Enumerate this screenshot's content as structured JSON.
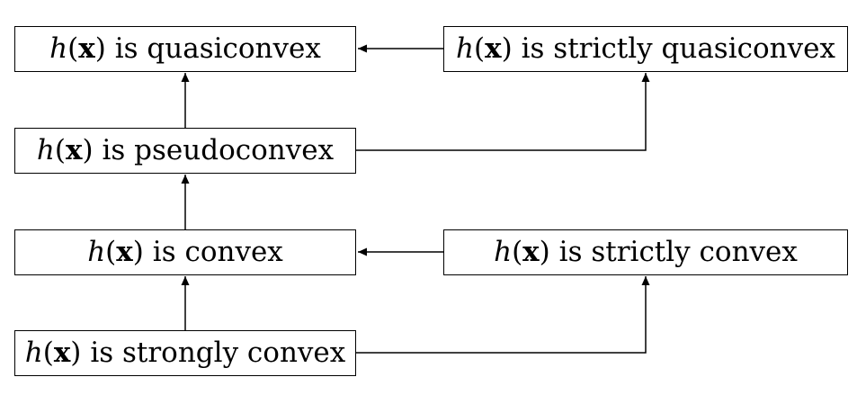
{
  "nodes": {
    "quasiconvex": {
      "fn": "h",
      "open": "(",
      "var": "x",
      "close": ")",
      "text": "is quasiconvex"
    },
    "strictly_quasiconvex": {
      "fn": "h",
      "open": "(",
      "var": "x",
      "close": ")",
      "text": "is strictly quasiconvex"
    },
    "pseudoconvex": {
      "fn": "h",
      "open": "(",
      "var": "x",
      "close": ")",
      "text": "is pseudoconvex"
    },
    "convex": {
      "fn": "h",
      "open": "(",
      "var": "x",
      "close": ")",
      "text": "is convex"
    },
    "strictly_convex": {
      "fn": "h",
      "open": "(",
      "var": "x",
      "close": ")",
      "text": "is strictly convex"
    },
    "strongly_convex": {
      "fn": "h",
      "open": "(",
      "var": "x",
      "close": ")",
      "text": "is strongly convex"
    }
  },
  "edges": [
    {
      "from": "strictly_quasiconvex",
      "to": "quasiconvex"
    },
    {
      "from": "pseudoconvex",
      "to": "quasiconvex"
    },
    {
      "from": "pseudoconvex",
      "to": "strictly_quasiconvex"
    },
    {
      "from": "convex",
      "to": "pseudoconvex"
    },
    {
      "from": "strictly_convex",
      "to": "convex"
    },
    {
      "from": "strongly_convex",
      "to": "convex"
    },
    {
      "from": "strongly_convex",
      "to": "strictly_convex"
    }
  ],
  "colors": {
    "stroke": "#000000",
    "background": "#ffffff"
  }
}
